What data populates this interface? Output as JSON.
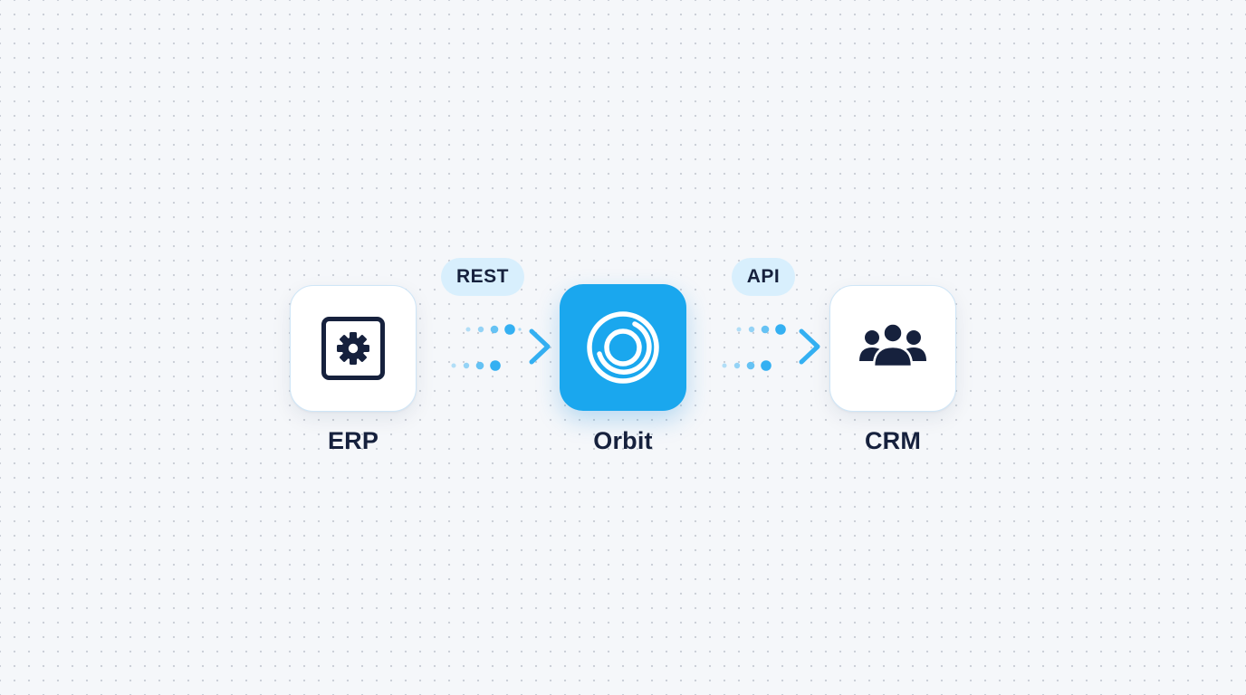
{
  "nodes": {
    "erp": {
      "label": "ERP",
      "icon": "gear-icon"
    },
    "orbit": {
      "label": "Orbit",
      "icon": "orbit-rings-icon"
    },
    "crm": {
      "label": "CRM",
      "icon": "users-group-icon"
    }
  },
  "connectors": {
    "erp_to_orbit": {
      "label": "REST"
    },
    "orbit_to_crm": {
      "label": "API"
    }
  },
  "colors": {
    "accent": "#1aa7ee",
    "ink": "#16213d",
    "pill_bg": "#d8effd",
    "arrow": "#3bb3f2"
  }
}
